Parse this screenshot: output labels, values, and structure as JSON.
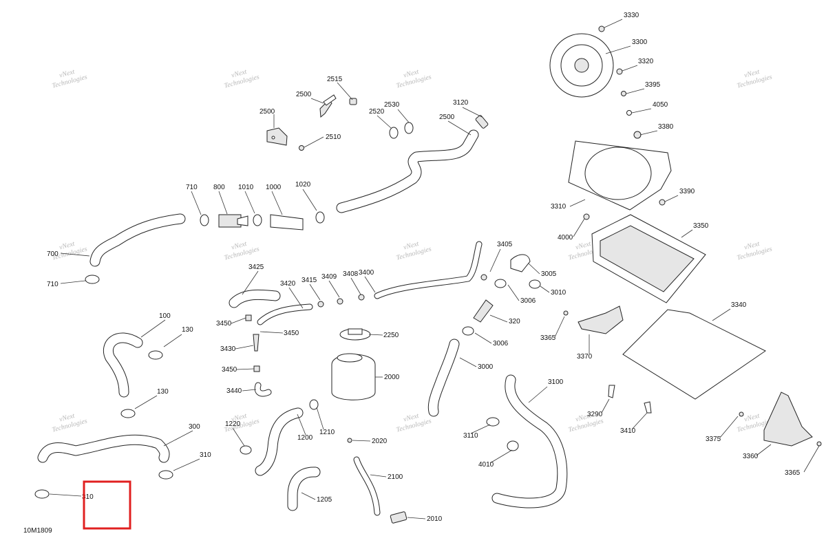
{
  "figure_ref": "10M1809",
  "watermark": {
    "line1": "vNext",
    "line2": "Technologies"
  },
  "accent_color": "#e02020",
  "callouts": {
    "c100": "100",
    "c130a": "130",
    "c130b": "130",
    "c300": "300",
    "c310a": "310",
    "c310b": "310",
    "c320": "320",
    "c700": "700",
    "c710a": "710",
    "c710b": "710",
    "c800": "800",
    "c1000": "1000",
    "c1010": "1010",
    "c1020": "1020",
    "c1200": "1200",
    "c1205": "1205",
    "c1210": "1210",
    "c1220": "1220",
    "c2000": "2000",
    "c2010": "2010",
    "c2020": "2020",
    "c2100": "2100",
    "c2250": "2250",
    "c2500a": "2500",
    "c2500b": "2500",
    "c2500c": "2500",
    "c2510": "2510",
    "c2515": "2515",
    "c2520": "2520",
    "c2530": "2530",
    "c3000": "3000",
    "c3005": "3005",
    "c3006a": "3006",
    "c3006b": "3006",
    "c3010": "3010",
    "c3100": "3100",
    "c3110": "3110",
    "c3120": "3120",
    "c3290": "3290",
    "c3300": "3300",
    "c3310": "3310",
    "c3320": "3320",
    "c3330": "3330",
    "c3340": "3340",
    "c3350": "3350",
    "c3360": "3360",
    "c3365a": "3365",
    "c3365b": "3365",
    "c3370": "3370",
    "c3375": "3375",
    "c3380": "3380",
    "c3390": "3390",
    "c3395": "3395",
    "c3400": "3400",
    "c3405": "3405",
    "c3408": "3408",
    "c3409": "3409",
    "c3410": "3410",
    "c3415": "3415",
    "c3420": "3420",
    "c3425": "3425",
    "c3430": "3430",
    "c3440": "3440",
    "c3450a": "3450",
    "c3450b": "3450",
    "c3450c": "3450",
    "c4000": "4000",
    "c4010": "4010",
    "c4050": "4050"
  }
}
